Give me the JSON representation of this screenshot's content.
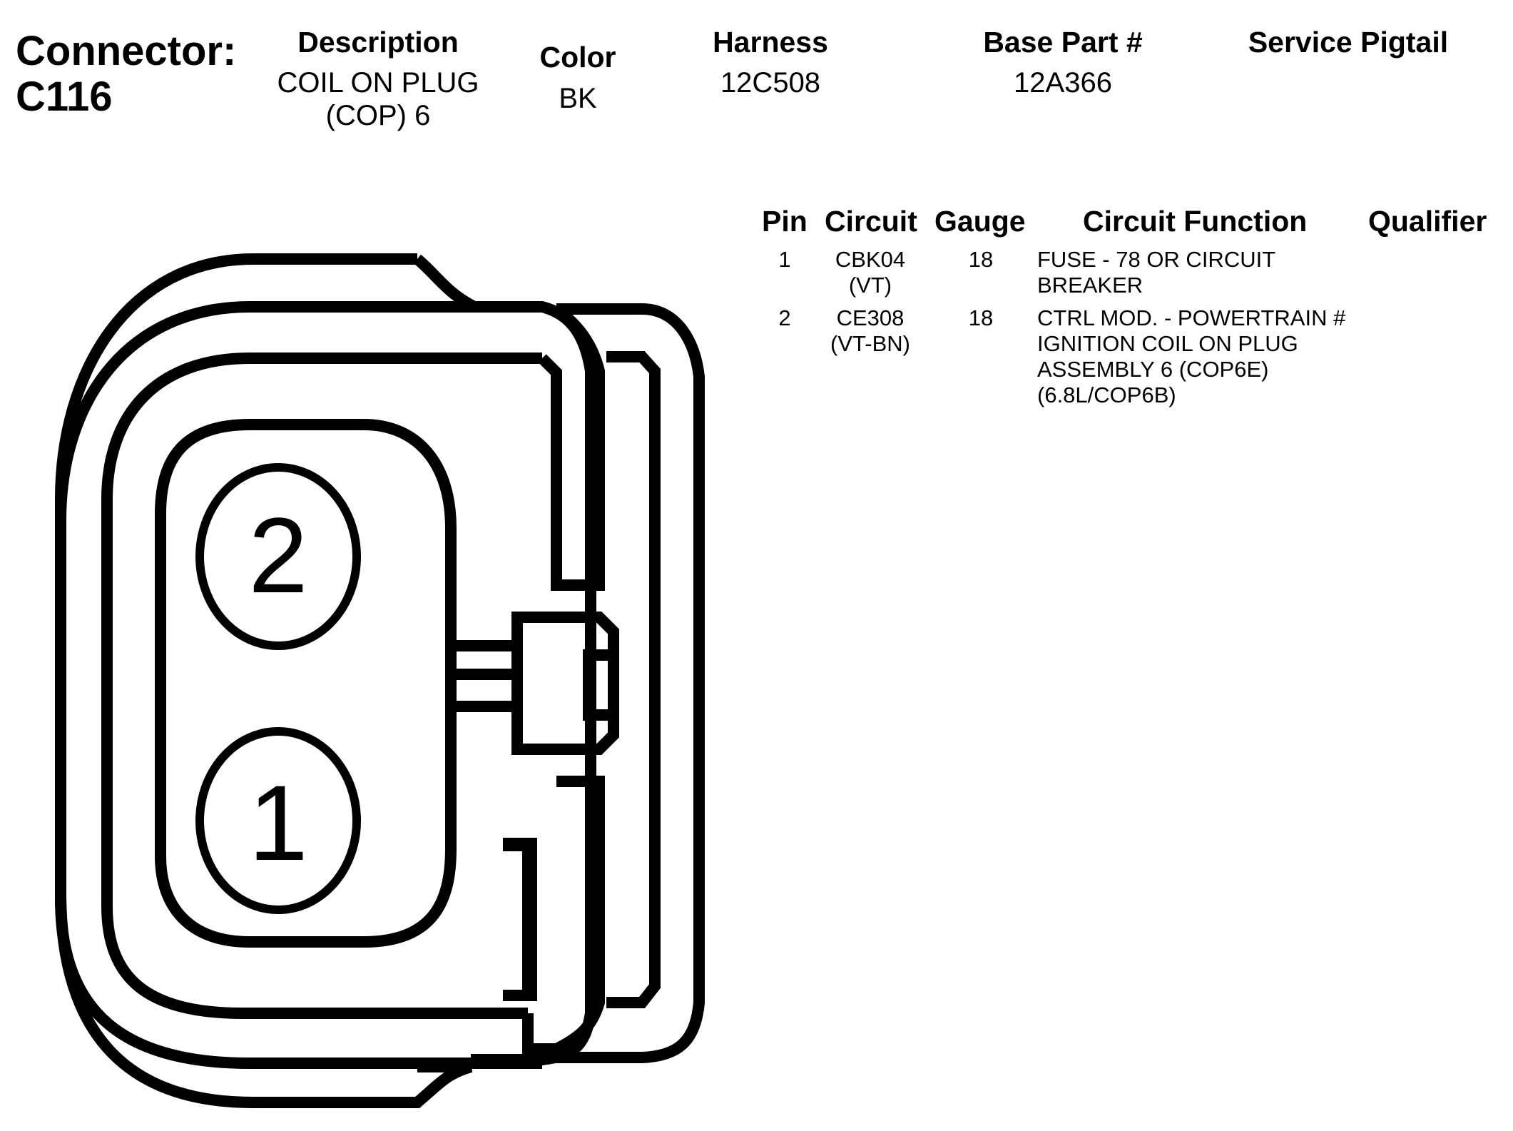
{
  "connector": {
    "label": "Connector:",
    "id": "C116"
  },
  "header": {
    "description_label": "Description",
    "description_line1": "COIL ON PLUG",
    "description_line2": "(COP) 6",
    "color_label": "Color",
    "color_value": "BK",
    "harness_label": "Harness",
    "harness_value": "12C508",
    "base_part_label": "Base Part #",
    "base_part_value": "12A366",
    "service_pigtail_label": "Service Pigtail"
  },
  "pin_table": {
    "columns": {
      "pin": "Pin",
      "circuit": "Circuit",
      "gauge": "Gauge",
      "function": "Circuit Function",
      "qualifier": "Qualifier"
    },
    "rows": [
      {
        "pin": "1",
        "circuit": [
          "CBK04",
          "(VT)"
        ],
        "gauge": "18",
        "function": [
          "FUSE - 78 OR CIRCUIT",
          "BREAKER"
        ]
      },
      {
        "pin": "2",
        "circuit": [
          "CE308",
          "(VT-BN)"
        ],
        "gauge": "18",
        "function": [
          "CTRL MOD. - POWERTRAIN #",
          "IGNITION COIL ON PLUG",
          "ASSEMBLY 6 (COP6E)",
          "(6.8L/COP6B)"
        ]
      }
    ]
  },
  "diagram": {
    "pin_labels": [
      "2",
      "1"
    ]
  }
}
